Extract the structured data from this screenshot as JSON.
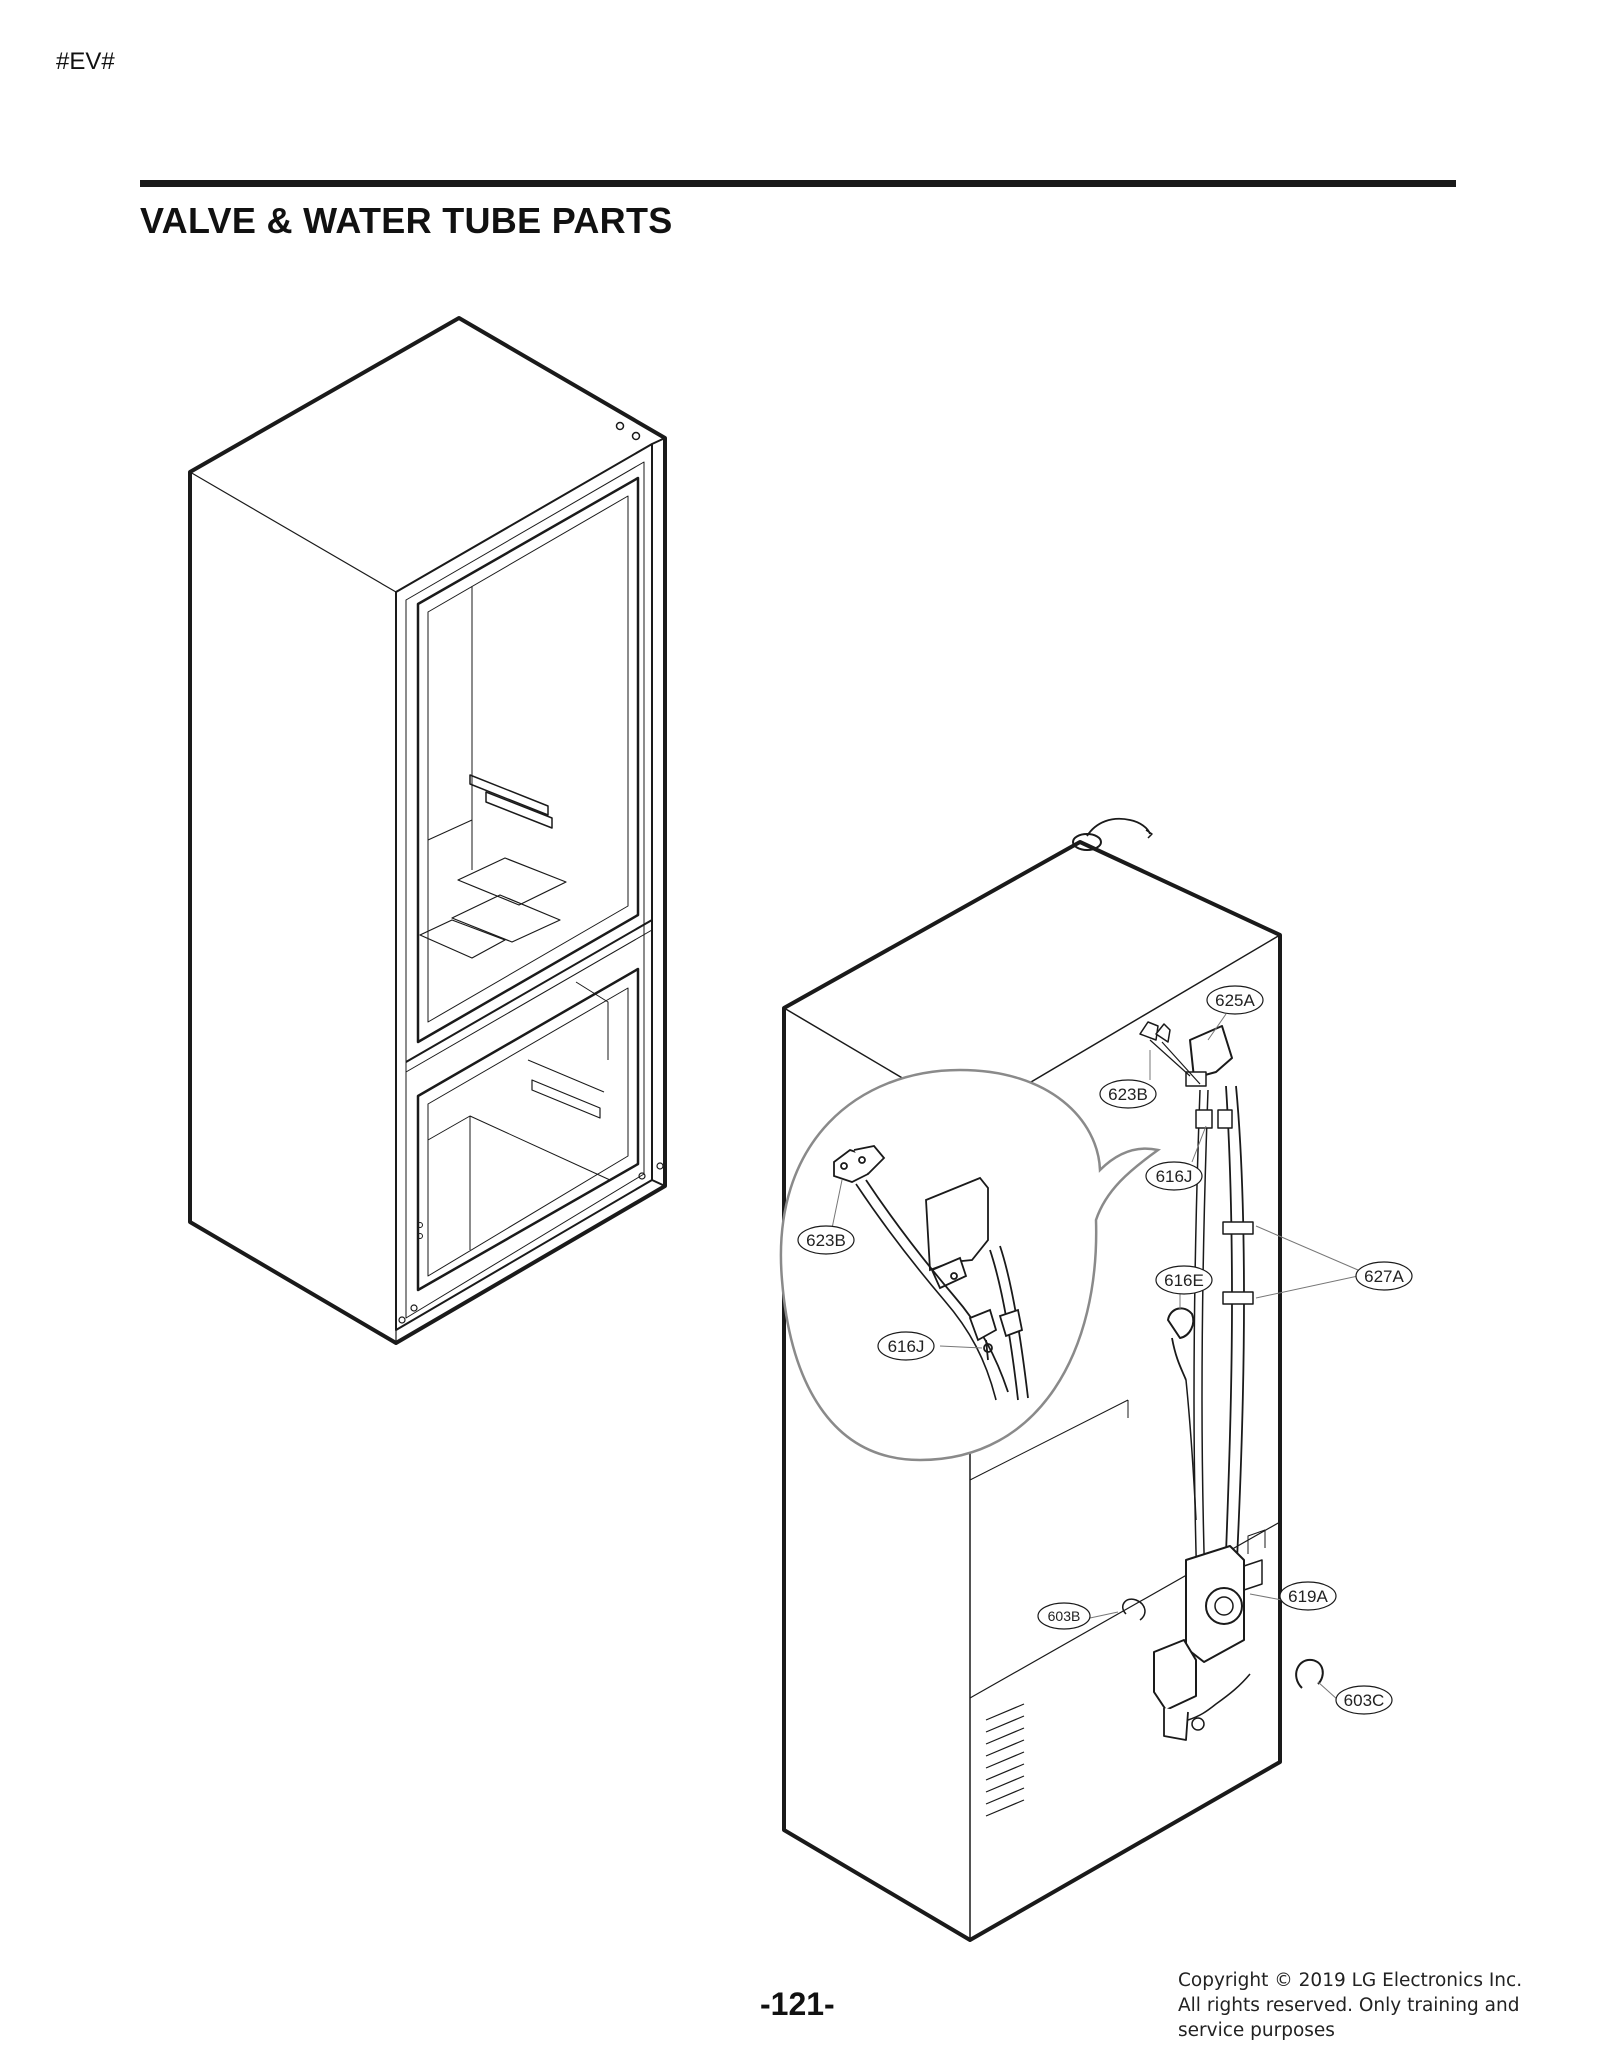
{
  "header": {
    "code": "#EV#",
    "title": "VALVE & WATER TUBE PARTS"
  },
  "callouts": {
    "c625A": "625A",
    "c623B": "623B",
    "c616J": "616J",
    "c627A": "627A",
    "c616E": "616E",
    "c619A": "619A",
    "c603B": "603B",
    "c603C": "603C",
    "detail_623B": "623B",
    "detail_616J": "616J"
  },
  "footer": {
    "page_number": "-121-",
    "copyright": "Copyright © 2019 LG Electronics Inc. All rights reserved. Only training and service purposes"
  },
  "colors": {
    "line": "#1a1a1a",
    "detail_circle": "#8a8a8a"
  }
}
